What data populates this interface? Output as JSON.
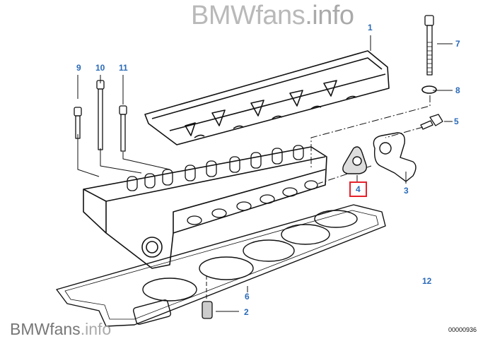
{
  "watermark": {
    "brand": "BMWfans",
    "suffix": ".info"
  },
  "diagram_id": "00000936",
  "callouts": [
    {
      "id": "1",
      "label": "1"
    },
    {
      "id": "2",
      "label": "2"
    },
    {
      "id": "3",
      "label": "3"
    },
    {
      "id": "4",
      "label": "4",
      "highlighted": true,
      "highlight_color": "#e5202a"
    },
    {
      "id": "5",
      "label": "5"
    },
    {
      "id": "6",
      "label": "6"
    },
    {
      "id": "7",
      "label": "7"
    },
    {
      "id": "8",
      "label": "8"
    },
    {
      "id": "9",
      "label": "9"
    },
    {
      "id": "10",
      "label": "10"
    },
    {
      "id": "11",
      "label": "11"
    },
    {
      "id": "12",
      "label": "12"
    }
  ],
  "colors": {
    "callout": "#2a6ab8",
    "highlight": "#e5202a",
    "line": "#111111"
  }
}
